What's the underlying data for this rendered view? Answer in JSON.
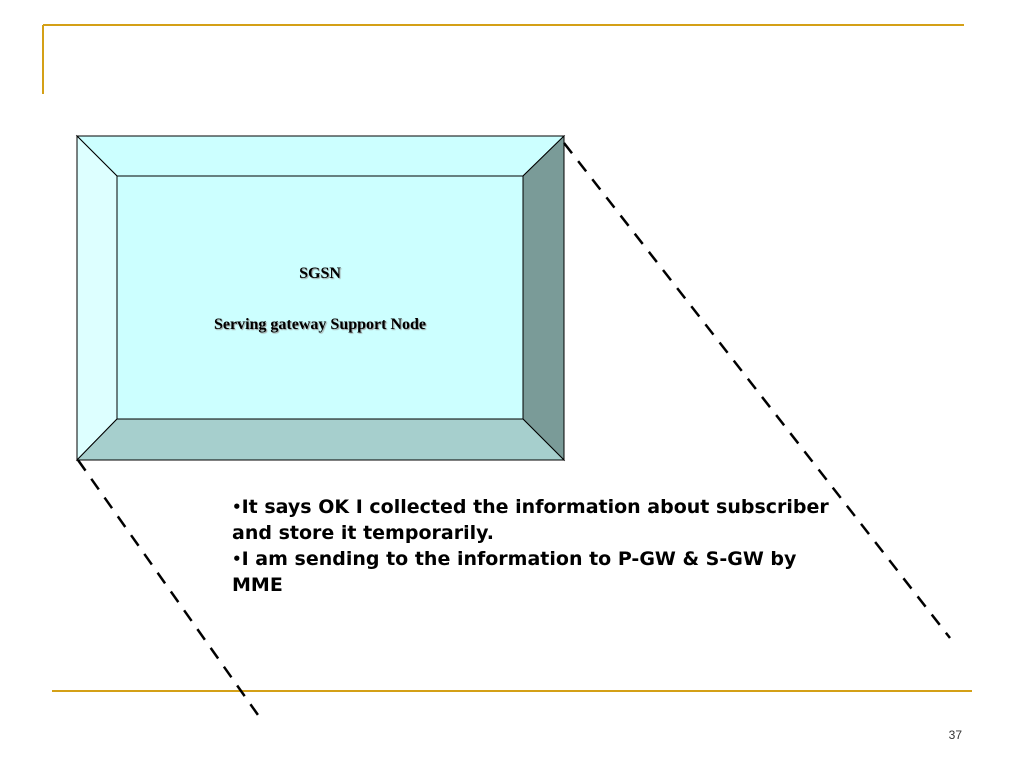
{
  "box": {
    "title": "SGSN",
    "subtitle": "Serving gateway Support Node"
  },
  "bullets": [
    {
      "marker": "•",
      "text": "It says OK I collected the information about subscriber and store it temporarily."
    },
    {
      "marker": "•",
      "text": "I am sending to the information to P-GW & S-GW by MME"
    }
  ],
  "page_number": "37",
  "colors": {
    "accent_rule": "#d4a017",
    "box_face": "#ccffff",
    "bevel_top": "#ccffff",
    "bevel_left": "#ddffff",
    "bevel_right": "#7a9b98",
    "bevel_bottom": "#a6cfcd"
  }
}
